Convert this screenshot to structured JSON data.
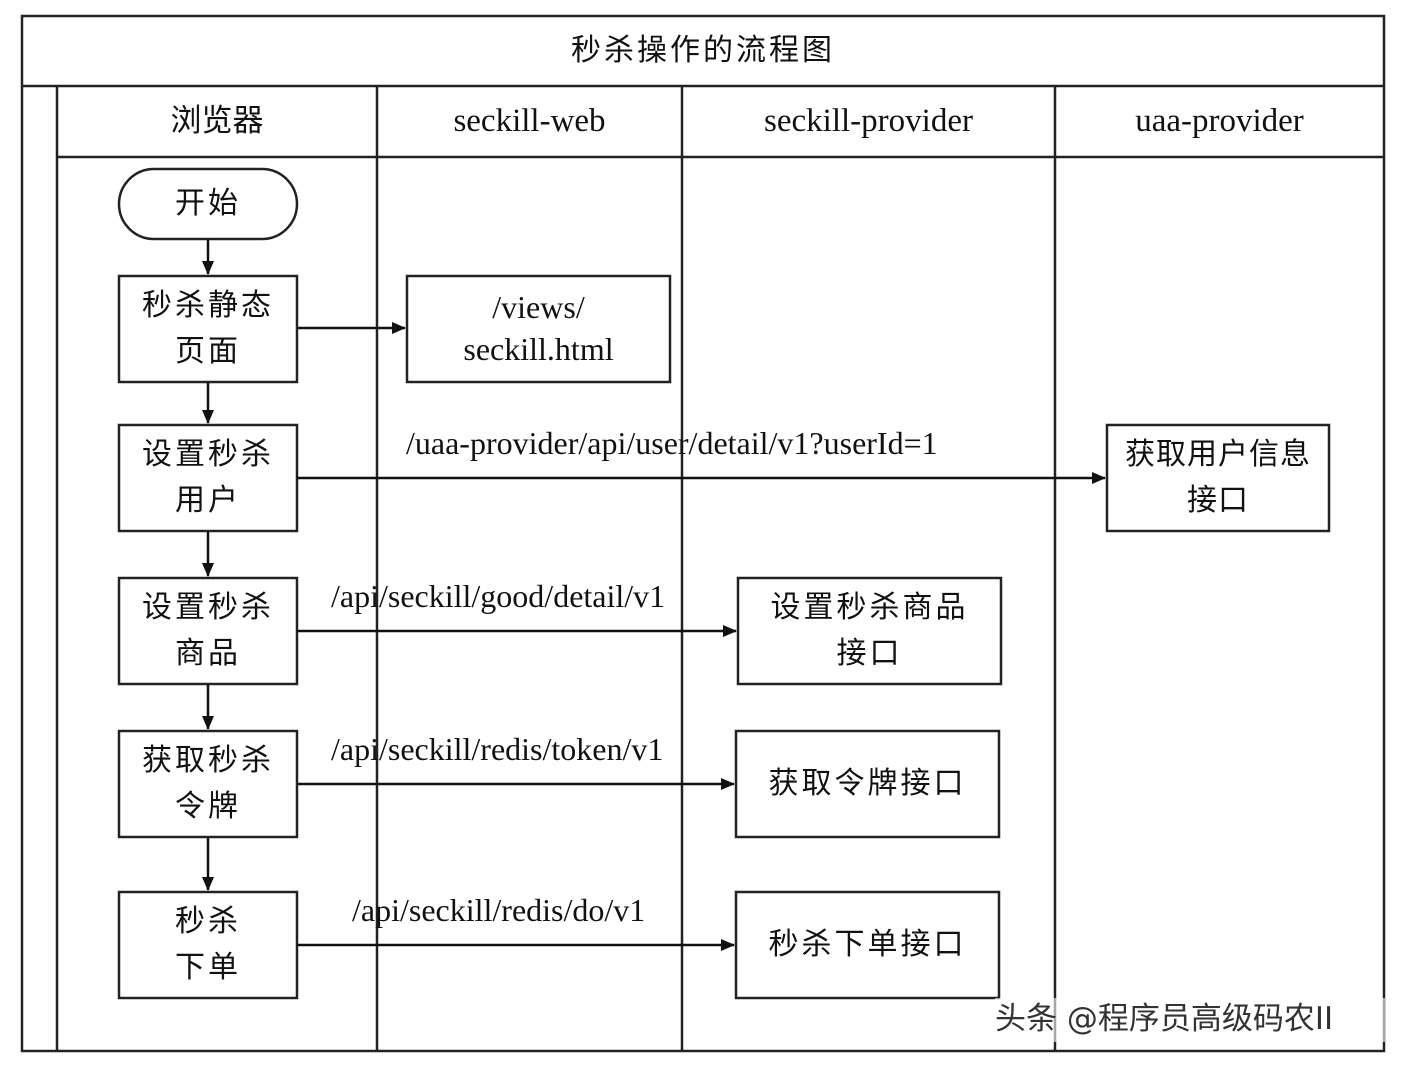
{
  "title": "秒杀操作的流程图",
  "lanes": [
    {
      "id": "browser",
      "label": "浏览器"
    },
    {
      "id": "web",
      "label": "seckill-web"
    },
    {
      "id": "provider",
      "label": "seckill-provider"
    },
    {
      "id": "uaa",
      "label": "uaa-provider"
    }
  ],
  "nodes": [
    {
      "id": "start",
      "shape": "terminator",
      "label": "开始"
    },
    {
      "id": "static_page",
      "shape": "process",
      "label": "秒杀静态\n页面"
    },
    {
      "id": "views",
      "shape": "process",
      "label": "/views/\nseckill.html"
    },
    {
      "id": "set_user",
      "shape": "process",
      "label": "设置秒杀\n用户"
    },
    {
      "id": "user_api",
      "shape": "process",
      "label": "获取用户信息\n接口"
    },
    {
      "id": "set_goods",
      "shape": "process",
      "label": "设置秒杀\n商品"
    },
    {
      "id": "goods_api",
      "shape": "process",
      "label": "设置秒杀商品\n接口"
    },
    {
      "id": "get_token",
      "shape": "process",
      "label": "获取秒杀\n令牌"
    },
    {
      "id": "token_api",
      "shape": "process",
      "label": "获取令牌接口"
    },
    {
      "id": "order",
      "shape": "process",
      "label": "秒杀\n下单"
    },
    {
      "id": "order_api",
      "shape": "process",
      "label": "秒杀下单接口"
    }
  ],
  "edges": [
    {
      "from": "start",
      "to": "static_page",
      "label": ""
    },
    {
      "from": "static_page",
      "to": "set_user",
      "label": ""
    },
    {
      "from": "set_user",
      "to": "set_goods",
      "label": ""
    },
    {
      "from": "set_goods",
      "to": "get_token",
      "label": ""
    },
    {
      "from": "get_token",
      "to": "order",
      "label": ""
    },
    {
      "from": "static_page",
      "to": "views",
      "label": ""
    },
    {
      "from": "set_user",
      "to": "user_api",
      "label": "/uaa-provider/api/user/detail/v1?userId=1"
    },
    {
      "from": "set_goods",
      "to": "goods_api",
      "label": "/api/seckill/good/detail/v1"
    },
    {
      "from": "get_token",
      "to": "token_api",
      "label": "/api/seckill/redis/token/v1"
    },
    {
      "from": "order",
      "to": "order_api",
      "label": "/api/seckill/redis/do/v1"
    }
  ],
  "watermark": "头条 @程序员高级码农II"
}
